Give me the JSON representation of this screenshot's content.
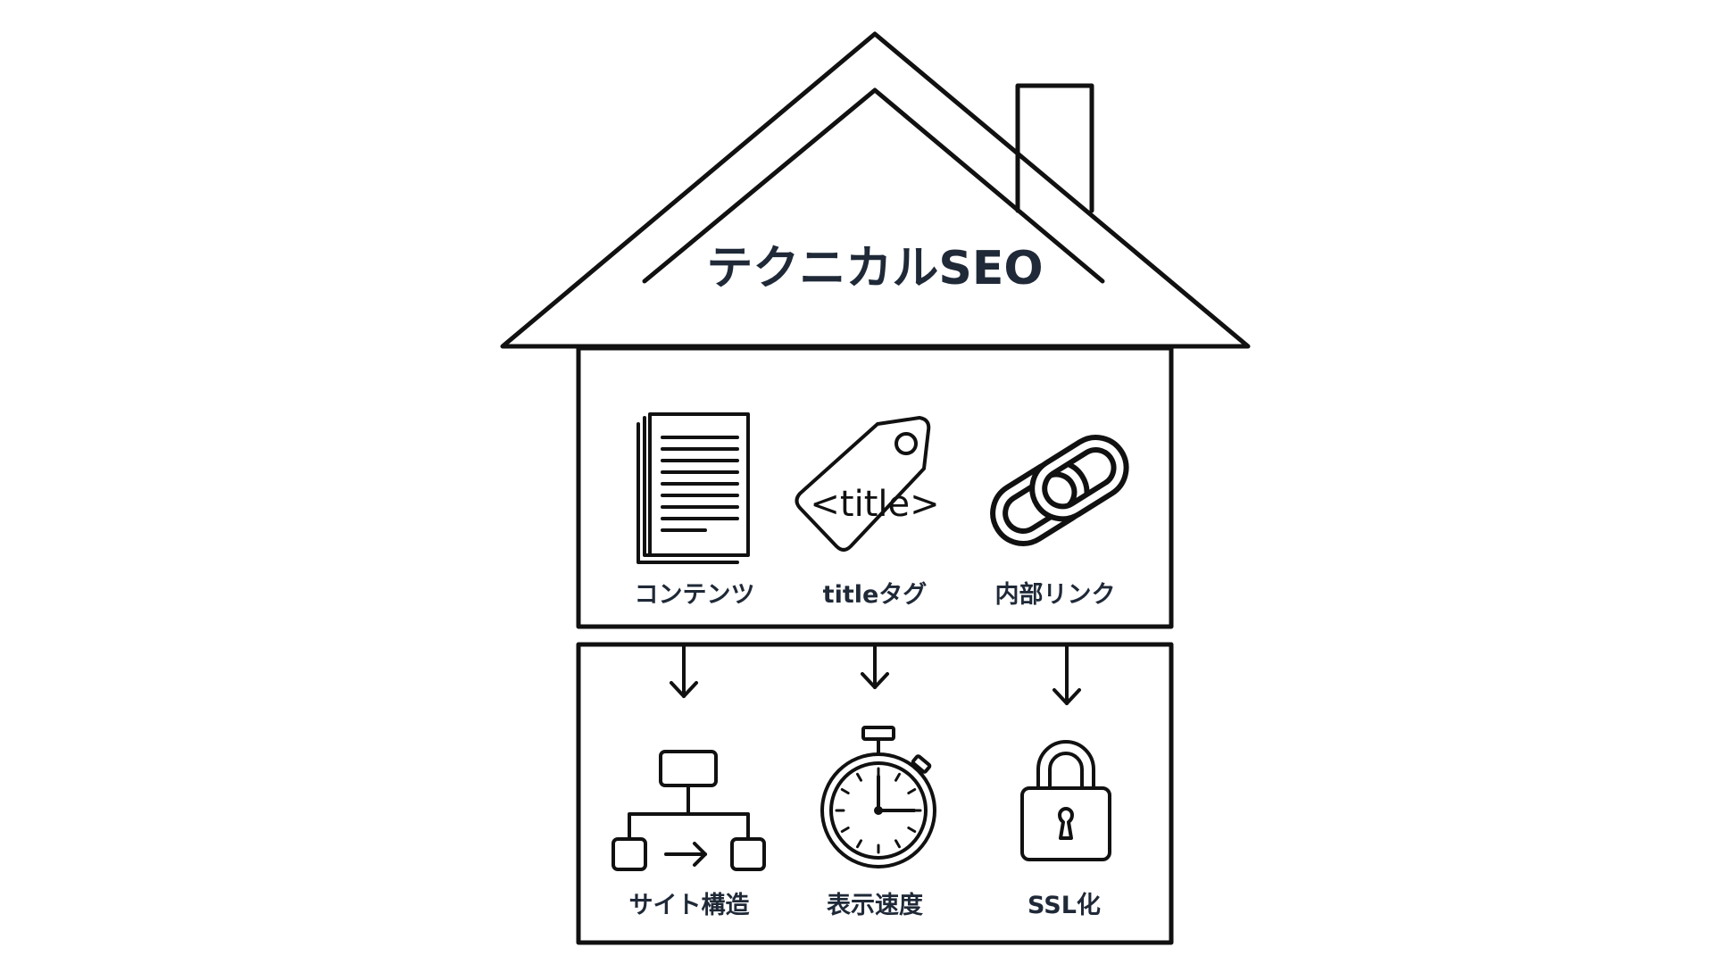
{
  "title": "テクニカルSEO",
  "upper_items": [
    {
      "label": "コンテンツ",
      "icon": "document-stack-icon"
    },
    {
      "label": "titleタグ",
      "icon": "title-tag-icon",
      "icon_text": "<title>"
    },
    {
      "label": "内部リンク",
      "icon": "chain-link-icon"
    }
  ],
  "lower_items": [
    {
      "label": "サイト構造",
      "icon": "sitemap-icon"
    },
    {
      "label": "表示速度",
      "icon": "stopwatch-icon"
    },
    {
      "label": "SSL化",
      "icon": "padlock-icon"
    }
  ]
}
